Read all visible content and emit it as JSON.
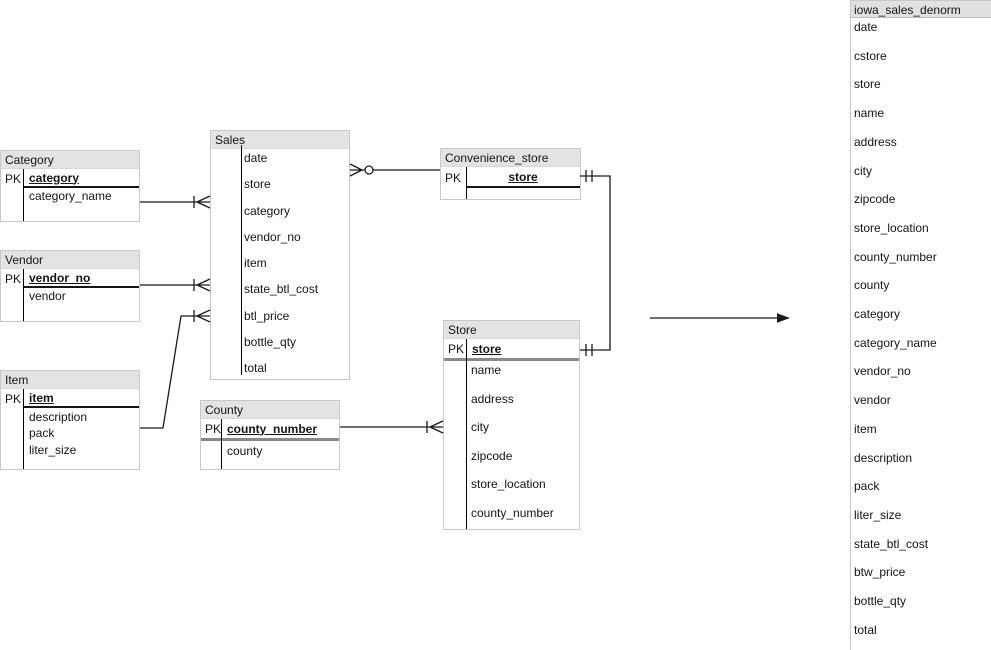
{
  "diagram": {
    "tables": {
      "category": {
        "name": "Category",
        "pk_label": "PK",
        "pk_field": "category",
        "fields": [
          "category_name"
        ]
      },
      "vendor": {
        "name": "Vendor",
        "pk_label": "PK",
        "pk_field": "vendor_no",
        "fields": [
          "vendor"
        ]
      },
      "item": {
        "name": "Item",
        "pk_label": "PK",
        "pk_field": "item",
        "fields": [
          "description",
          "pack",
          "liter_size"
        ]
      },
      "sales": {
        "name": "Sales",
        "fields": [
          "date",
          "store",
          "category",
          "vendor_no",
          "item",
          "state_btl_cost",
          "btl_price",
          "bottle_qty",
          "total"
        ]
      },
      "county": {
        "name": "County",
        "pk_label": "PK",
        "pk_field": "county_number",
        "fields": [
          "county"
        ]
      },
      "convenience_store": {
        "name": "Convenience_store",
        "pk_label": "PK",
        "pk_field": "store",
        "fields": []
      },
      "store": {
        "name": "Store",
        "pk_label": "PK",
        "pk_field": "store",
        "fields": [
          "name",
          "address",
          "city",
          "zipcode",
          "store_location",
          "county_number"
        ]
      }
    },
    "denorm": {
      "name": "iowa_sales_denorm",
      "fields": [
        "date",
        "cstore",
        "store",
        "name",
        "address",
        "city",
        "zipcode",
        "store_location",
        "county_number",
        "county",
        "category",
        "category_name",
        "vendor_no",
        "vendor",
        "item",
        "description",
        "pack",
        "liter_size",
        "state_btl_cost",
        "btw_price",
        "bottle_qty",
        "total"
      ]
    },
    "relationships": [
      {
        "from": "Category",
        "to": "Sales",
        "notation": "one-to-many (tick + crow's foot at Sales)"
      },
      {
        "from": "Vendor",
        "to": "Sales",
        "notation": "one-to-many (tick + crow's foot at Sales)"
      },
      {
        "from": "Item",
        "to": "Sales",
        "notation": "one-to-many (tick + crow's foot at Sales)"
      },
      {
        "from": "Sales",
        "to": "Convenience_store",
        "notation": "zero-or-many at Sales (crow's foot + circle) to Convenience_store"
      },
      {
        "from": "Convenience_store",
        "to": "Store",
        "notation": "one-and-only-one to one-and-only-one (double ticks both ends)"
      },
      {
        "from": "County",
        "to": "Store",
        "notation": "one-to-many (tick + crow's foot at Store)"
      },
      {
        "from": "diagram",
        "to": "iowa_sales_denorm",
        "notation": "plain arrow pointing right"
      }
    ]
  },
  "colors": {
    "header_bg": "#e3e3e3",
    "table_border": "#c8c8c8",
    "line": "#1a1a1a",
    "pk_separator_thick": "#8a8a8a"
  }
}
